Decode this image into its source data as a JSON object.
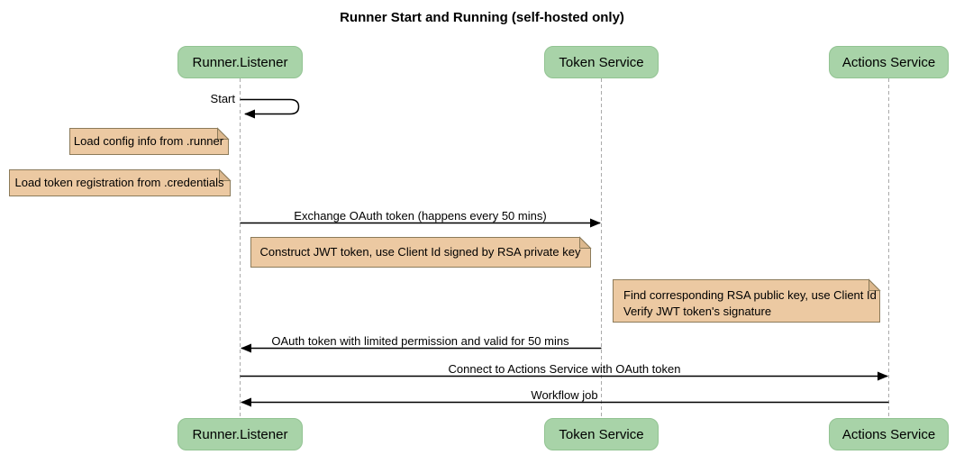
{
  "title": "Runner Start and Running (self-hosted only)",
  "diagram_type": "sequence-diagram",
  "colors": {
    "background": "#ffffff",
    "participant_fill": "#a8d3a8",
    "participant_border": "#92c392",
    "note_fill": "#ecc9a2",
    "note_border": "#8c7b5a",
    "note_fold": "#dcb88e",
    "lifeline": "#aaaaaa",
    "arrow": "#000000",
    "text": "#000000"
  },
  "participants": [
    {
      "name": "Runner.Listener"
    },
    {
      "name": "Token Service"
    },
    {
      "name": "Actions Service"
    }
  ],
  "messages": [
    {
      "label": "Start",
      "from": "Runner.Listener",
      "to": "Runner.Listener",
      "type": "self"
    },
    {
      "label": "Exchange OAuth token (happens every 50 mins)",
      "from": "Runner.Listener",
      "to": "Token Service",
      "type": "solid"
    },
    {
      "label": "OAuth token with limited permission and valid for 50 mins",
      "from": "Token Service",
      "to": "Runner.Listener",
      "type": "solid"
    },
    {
      "label": "Connect to Actions Service with OAuth token",
      "from": "Runner.Listener",
      "to": "Actions Service",
      "type": "solid"
    },
    {
      "label": "Workflow job",
      "from": "Actions Service",
      "to": "Runner.Listener",
      "type": "solid"
    }
  ],
  "notes": [
    {
      "text": "Load config info from .runner",
      "position": "left of Runner.Listener"
    },
    {
      "text": "Load token registration from .credentials",
      "position": "left of Runner.Listener"
    },
    {
      "text": "Construct JWT token, use Client Id signed by RSA private key",
      "position": "between Runner.Listener and Token Service"
    },
    {
      "text": "Find corresponding RSA public key, use Client Id",
      "text2": "Verify JWT token's signature",
      "position": "left of Actions Service"
    }
  ]
}
